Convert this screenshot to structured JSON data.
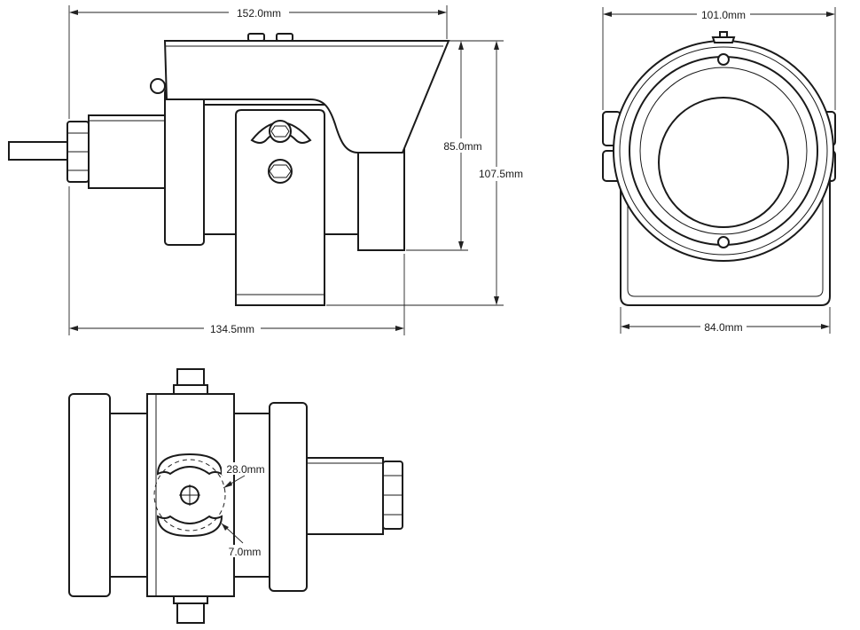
{
  "dimensions": {
    "side_total_length": "152.0mm",
    "side_housing_height": "85.0mm",
    "side_total_height": "107.5mm",
    "side_body_length": "134.5mm",
    "front_total_width": "101.0mm",
    "front_base_width": "84.0mm",
    "bottom_slot_arc_diameter": "28.0mm",
    "bottom_slot_width": "7.0mm"
  },
  "views": [
    "side-view",
    "front-view",
    "bottom-view"
  ]
}
